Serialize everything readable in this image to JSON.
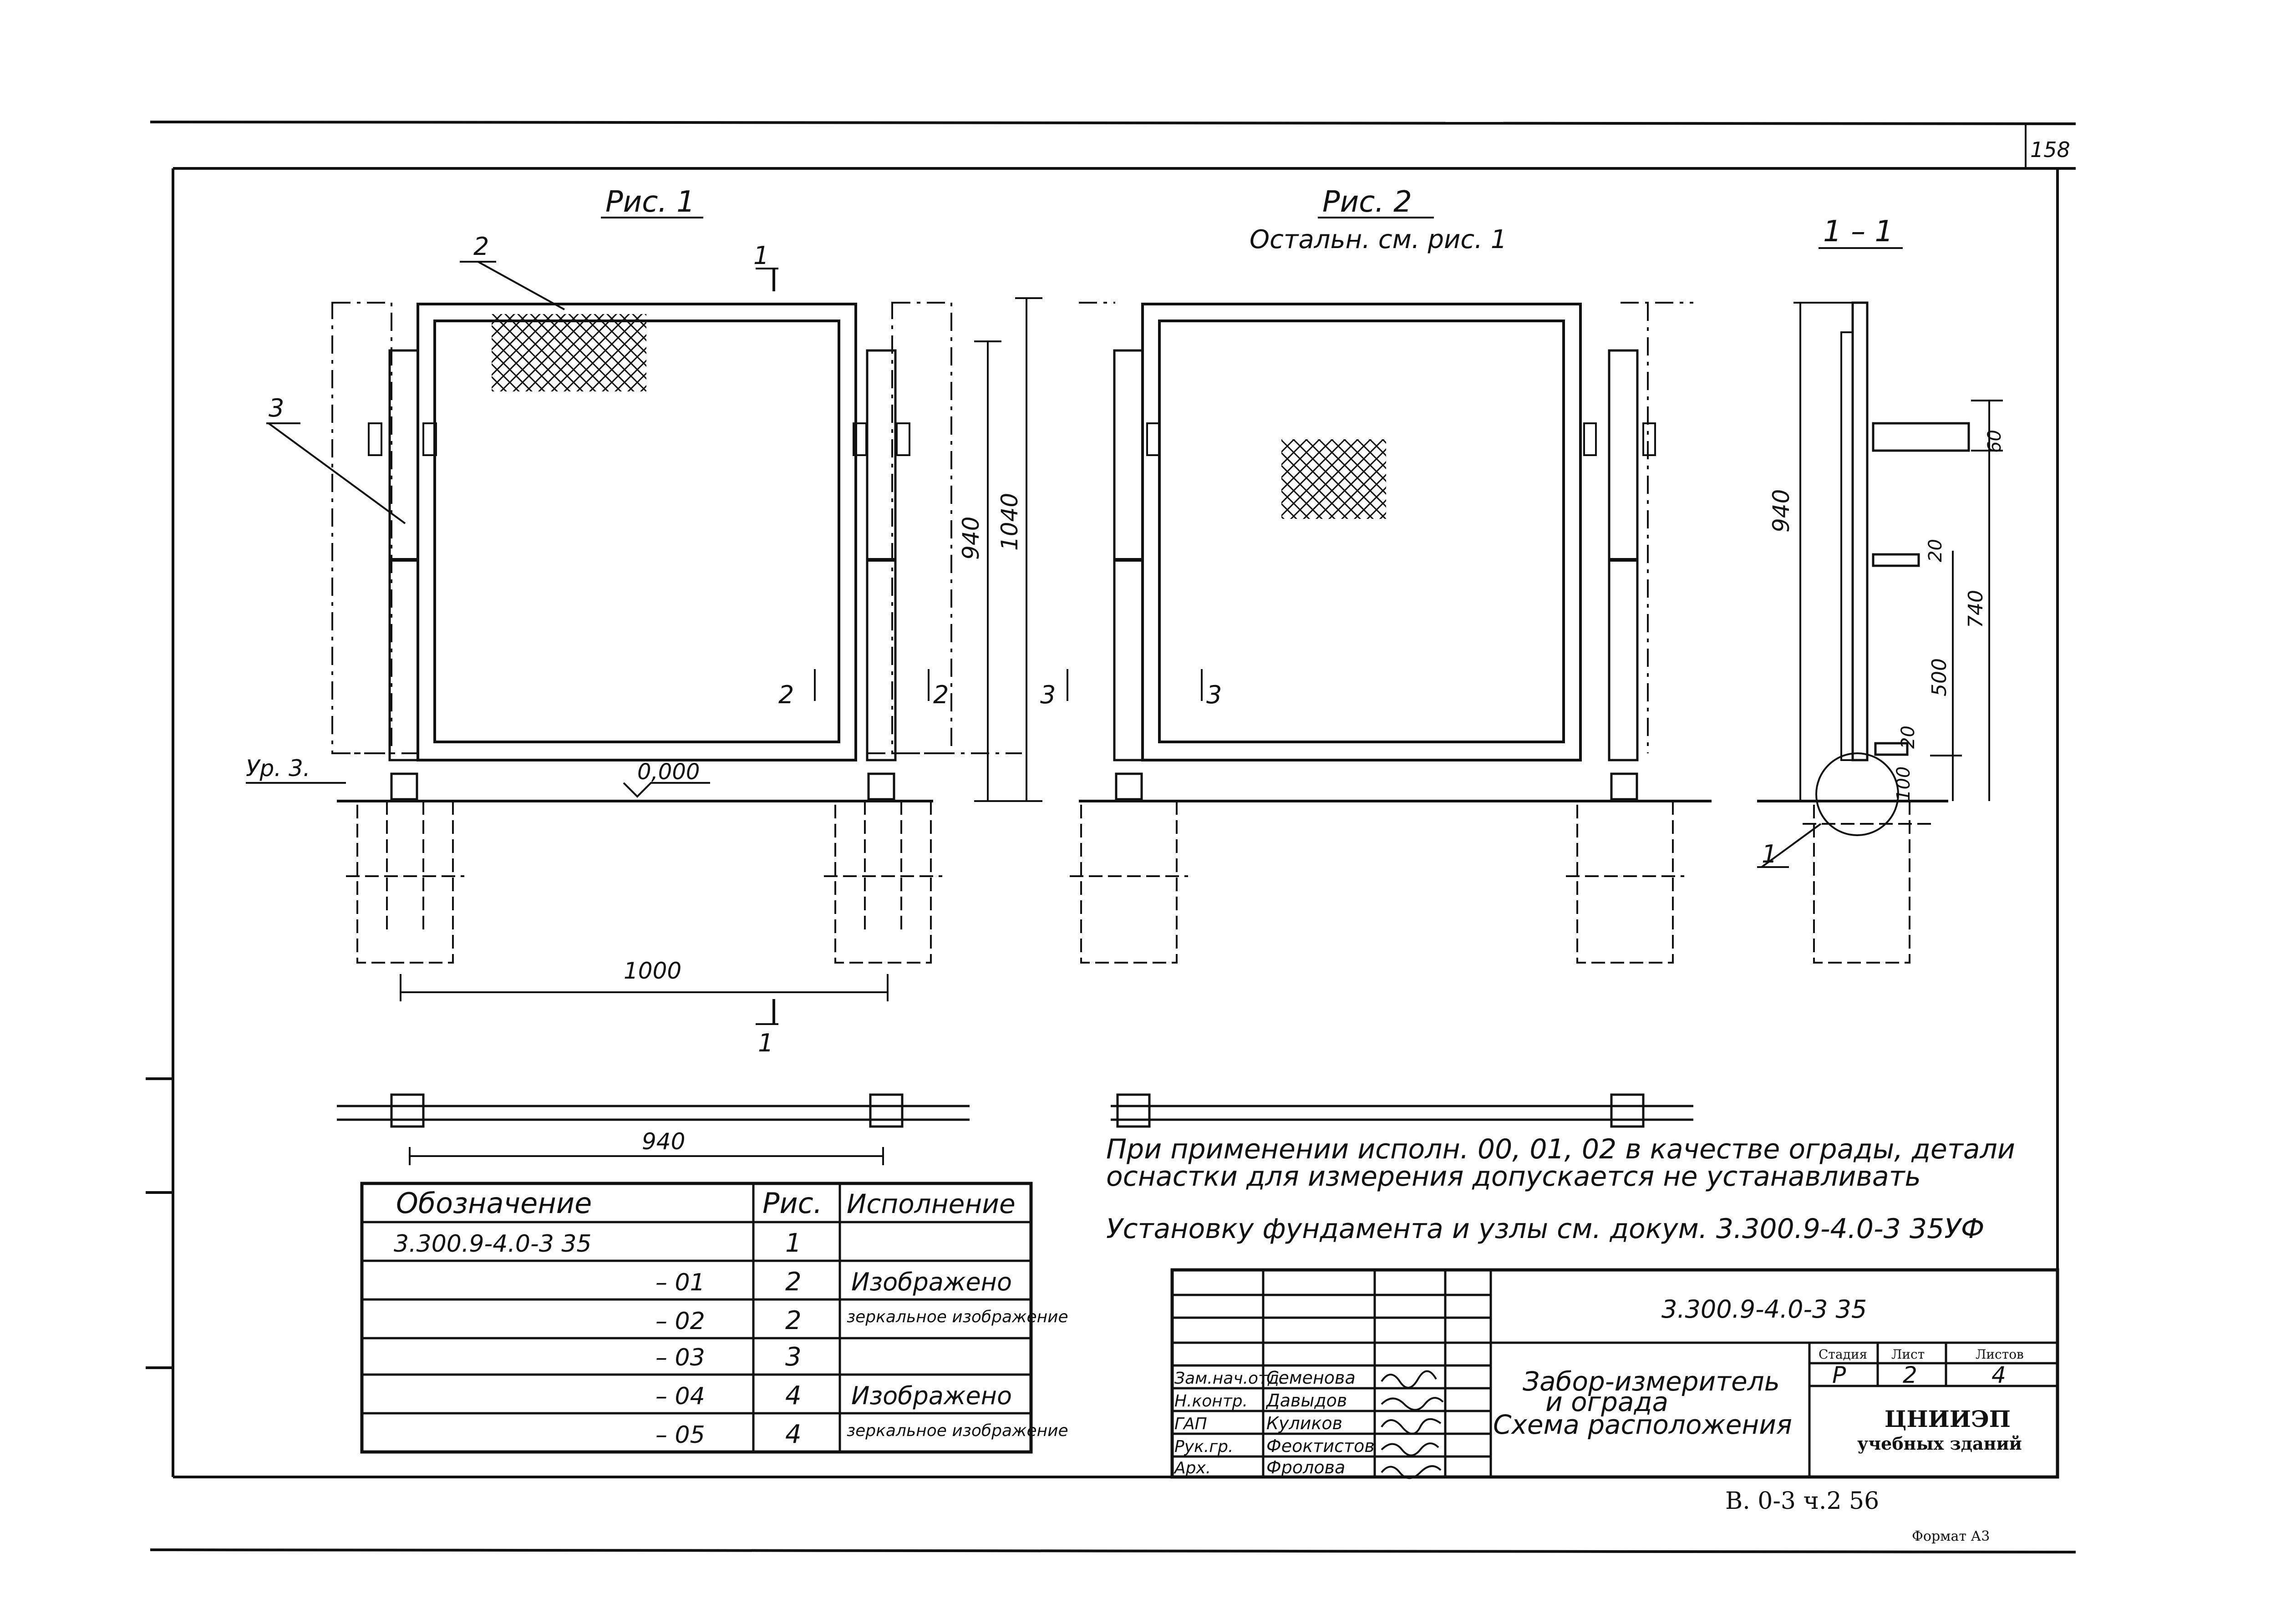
{
  "sheet": {
    "page_number": "158",
    "format": "Формат А3",
    "archive_code": "В. 0-3 ч.2 56"
  },
  "figures": {
    "fig1": {
      "title": "Рис. 1",
      "callouts": [
        "1",
        "2",
        "3"
      ],
      "level_label": "Ур. 3.",
      "level_value": "0,000",
      "section_marks": [
        "1",
        "1",
        "2",
        "2"
      ],
      "dims": {
        "width": "1000",
        "height_inner": "940",
        "height_total": "1040",
        "plan_width": "940"
      }
    },
    "fig2": {
      "title": "Рис. 2",
      "subtitle": "Остальн. см. рис. 1",
      "section_marks": [
        "3",
        "3"
      ]
    },
    "section": {
      "title": "1 – 1",
      "callout": "1",
      "dims": {
        "d940": "940",
        "d60": "60",
        "d20a": "20",
        "d740": "740",
        "d500": "500",
        "d20b": "20",
        "d100": "100"
      }
    }
  },
  "notes": {
    "line1": "При применении исполн. 00, 01, 02 в качестве ограды, детали",
    "line2": "оснастки для измерения   допускается  не  устанавливать",
    "line3": "Установку фундамента  и узлы  см. докум. 3.300.9-4.0-3 35УФ"
  },
  "spec_table": {
    "headers": [
      "Обозначение",
      "Рис.",
      "Исполнение"
    ],
    "rows": [
      {
        "code": "3.300.9-4.0-3 35",
        "fig": "1",
        "exec": ""
      },
      {
        "code": "– 01",
        "fig": "2",
        "exec": "Изображено"
      },
      {
        "code": "– 02",
        "fig": "2",
        "exec": "зеркальное изображение"
      },
      {
        "code": "– 03",
        "fig": "3",
        "exec": ""
      },
      {
        "code": "– 04",
        "fig": "4",
        "exec": "Изображено"
      },
      {
        "code": "– 05",
        "fig": "4",
        "exec": "зеркальное изображение"
      }
    ]
  },
  "title_block": {
    "doc_code": "3.300.9-4.0-3 35",
    "title_line1": "Забор-измеритель",
    "title_line2": "и ограда",
    "title_line3": "Схема расположения",
    "stage_header": "Стадия",
    "sheet_header": "Лист",
    "sheets_header": "Листов",
    "stage": "Р",
    "sheet": "2",
    "sheets": "4",
    "org_line1": "ЦНИИЭП",
    "org_line2": "учебных зданий",
    "staff": [
      {
        "role": "Зам.нач.отд.",
        "name": "Семенова"
      },
      {
        "role": "Н.контр.",
        "name": "Давыдов"
      },
      {
        "role": "ГАП",
        "name": "Куликов"
      },
      {
        "role": "Рук.гр.",
        "name": "Феоктистов"
      },
      {
        "role": "Арх.",
        "name": "Фролова"
      }
    ]
  }
}
